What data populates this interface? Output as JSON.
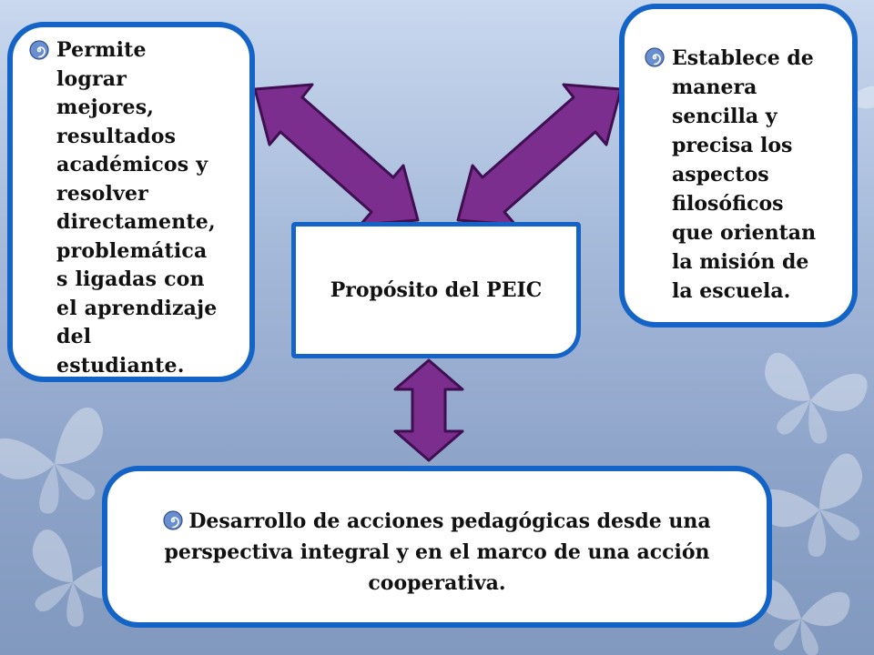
{
  "icons": {
    "bullet": "swirl-bullet-icon",
    "background": "butterfly-icon"
  },
  "colors": {
    "box_border": "#1464c8",
    "arrow_fill": "#7b2e8e",
    "arrow_stroke": "#3f0f52",
    "background": "#a7bbdb"
  },
  "left_box": {
    "lines": [
      "Permite",
      "lograr",
      "mejores,",
      "resultados",
      "académicos y",
      "resolver",
      "directamente,",
      "problemática",
      "s ligadas con",
      "el aprendizaje",
      "del",
      "estudiante."
    ]
  },
  "right_box": {
    "lines": [
      "Establece de",
      "manera",
      "sencilla y",
      "precisa los",
      "aspectos",
      "filosóficos",
      "que orientan",
      "la misión de",
      "la escuela."
    ]
  },
  "center_box": {
    "title": "Propósito del PEIC"
  },
  "bottom_box": {
    "lines": [
      "Desarrollo de acciones pedagógicas desde una",
      "perspectiva integral y en el marco de una acción",
      "cooperativa."
    ]
  }
}
